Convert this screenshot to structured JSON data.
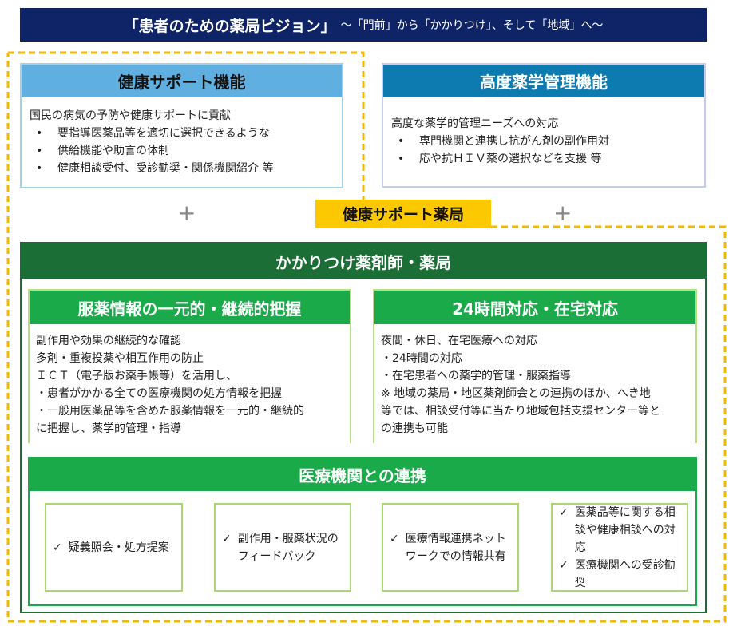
{
  "title": {
    "main": "「患者のための薬局ビジョン」",
    "sub": "～「門前」から「かかりつけ」、そして「地域」へ～"
  },
  "health_support": {
    "heading": "健康サポート機能",
    "intro": "国民の病気の予防や健康サポートに貢献",
    "bullets": [
      "要指導医薬品等を適切に選択できるような",
      "供給機能や助言の体制",
      "健康相談受付、受診勧奨・関係機関紹介 等"
    ]
  },
  "advanced": {
    "heading": "高度薬学管理機能",
    "intro": "高度な薬学的管理ニーズへの対応",
    "bullets": [
      "専門機関と連携し抗がん剤の副作用対",
      "応や抗ＨＩＶ薬の選択などを支援 等"
    ]
  },
  "plus": "+",
  "label": "健康サポート薬局",
  "kakaritsuke": {
    "heading": "かかりつけ薬剤師・薬局",
    "medication": {
      "heading": "服薬情報の一元的・継続的把握",
      "lines": [
        "副作用や効果の継続的な確認",
        "多剤・重複投薬や相互作用の防止",
        "ＩＣＴ（電子版お薬手帳等）を活用し、",
        "・患者がかかる全ての医療機関の処方情報を把握",
        "・一般用医薬品等を含めた服薬情報を一元的・継続的",
        "に把握し、薬学的管理・指導"
      ]
    },
    "hours24": {
      "heading": "24時間対応・在宅対応",
      "lines": [
        "夜間・休日、在宅医療への対応",
        "・24時間の対応",
        "・在宅患者への薬学的管理・服薬指導",
        "※ 地域の薬局・地区薬剤師会との連携のほか、へき地",
        "等では、相談受付等に当たり地域包括支援センター等と",
        "の連携も可能"
      ]
    },
    "cooperation": {
      "heading": "医療機関との連携",
      "check": "✓",
      "items": [
        [
          "疑義照会・処方提案"
        ],
        [
          "副作用・服薬状況のフィードバック"
        ],
        [
          "医療情報連携ネットワークでの情報共有"
        ],
        [
          "医薬品等に関する相談や健康相談への対応",
          "医療機関への受診勧奨"
        ]
      ]
    }
  },
  "colors": {
    "navy": "#0f2467",
    "yellow": "#f5b800",
    "dark_green": "#1b6e35",
    "green": "#1aaa4a",
    "light_blue": "#5fb0e0",
    "blue": "#0e7bb0"
  }
}
